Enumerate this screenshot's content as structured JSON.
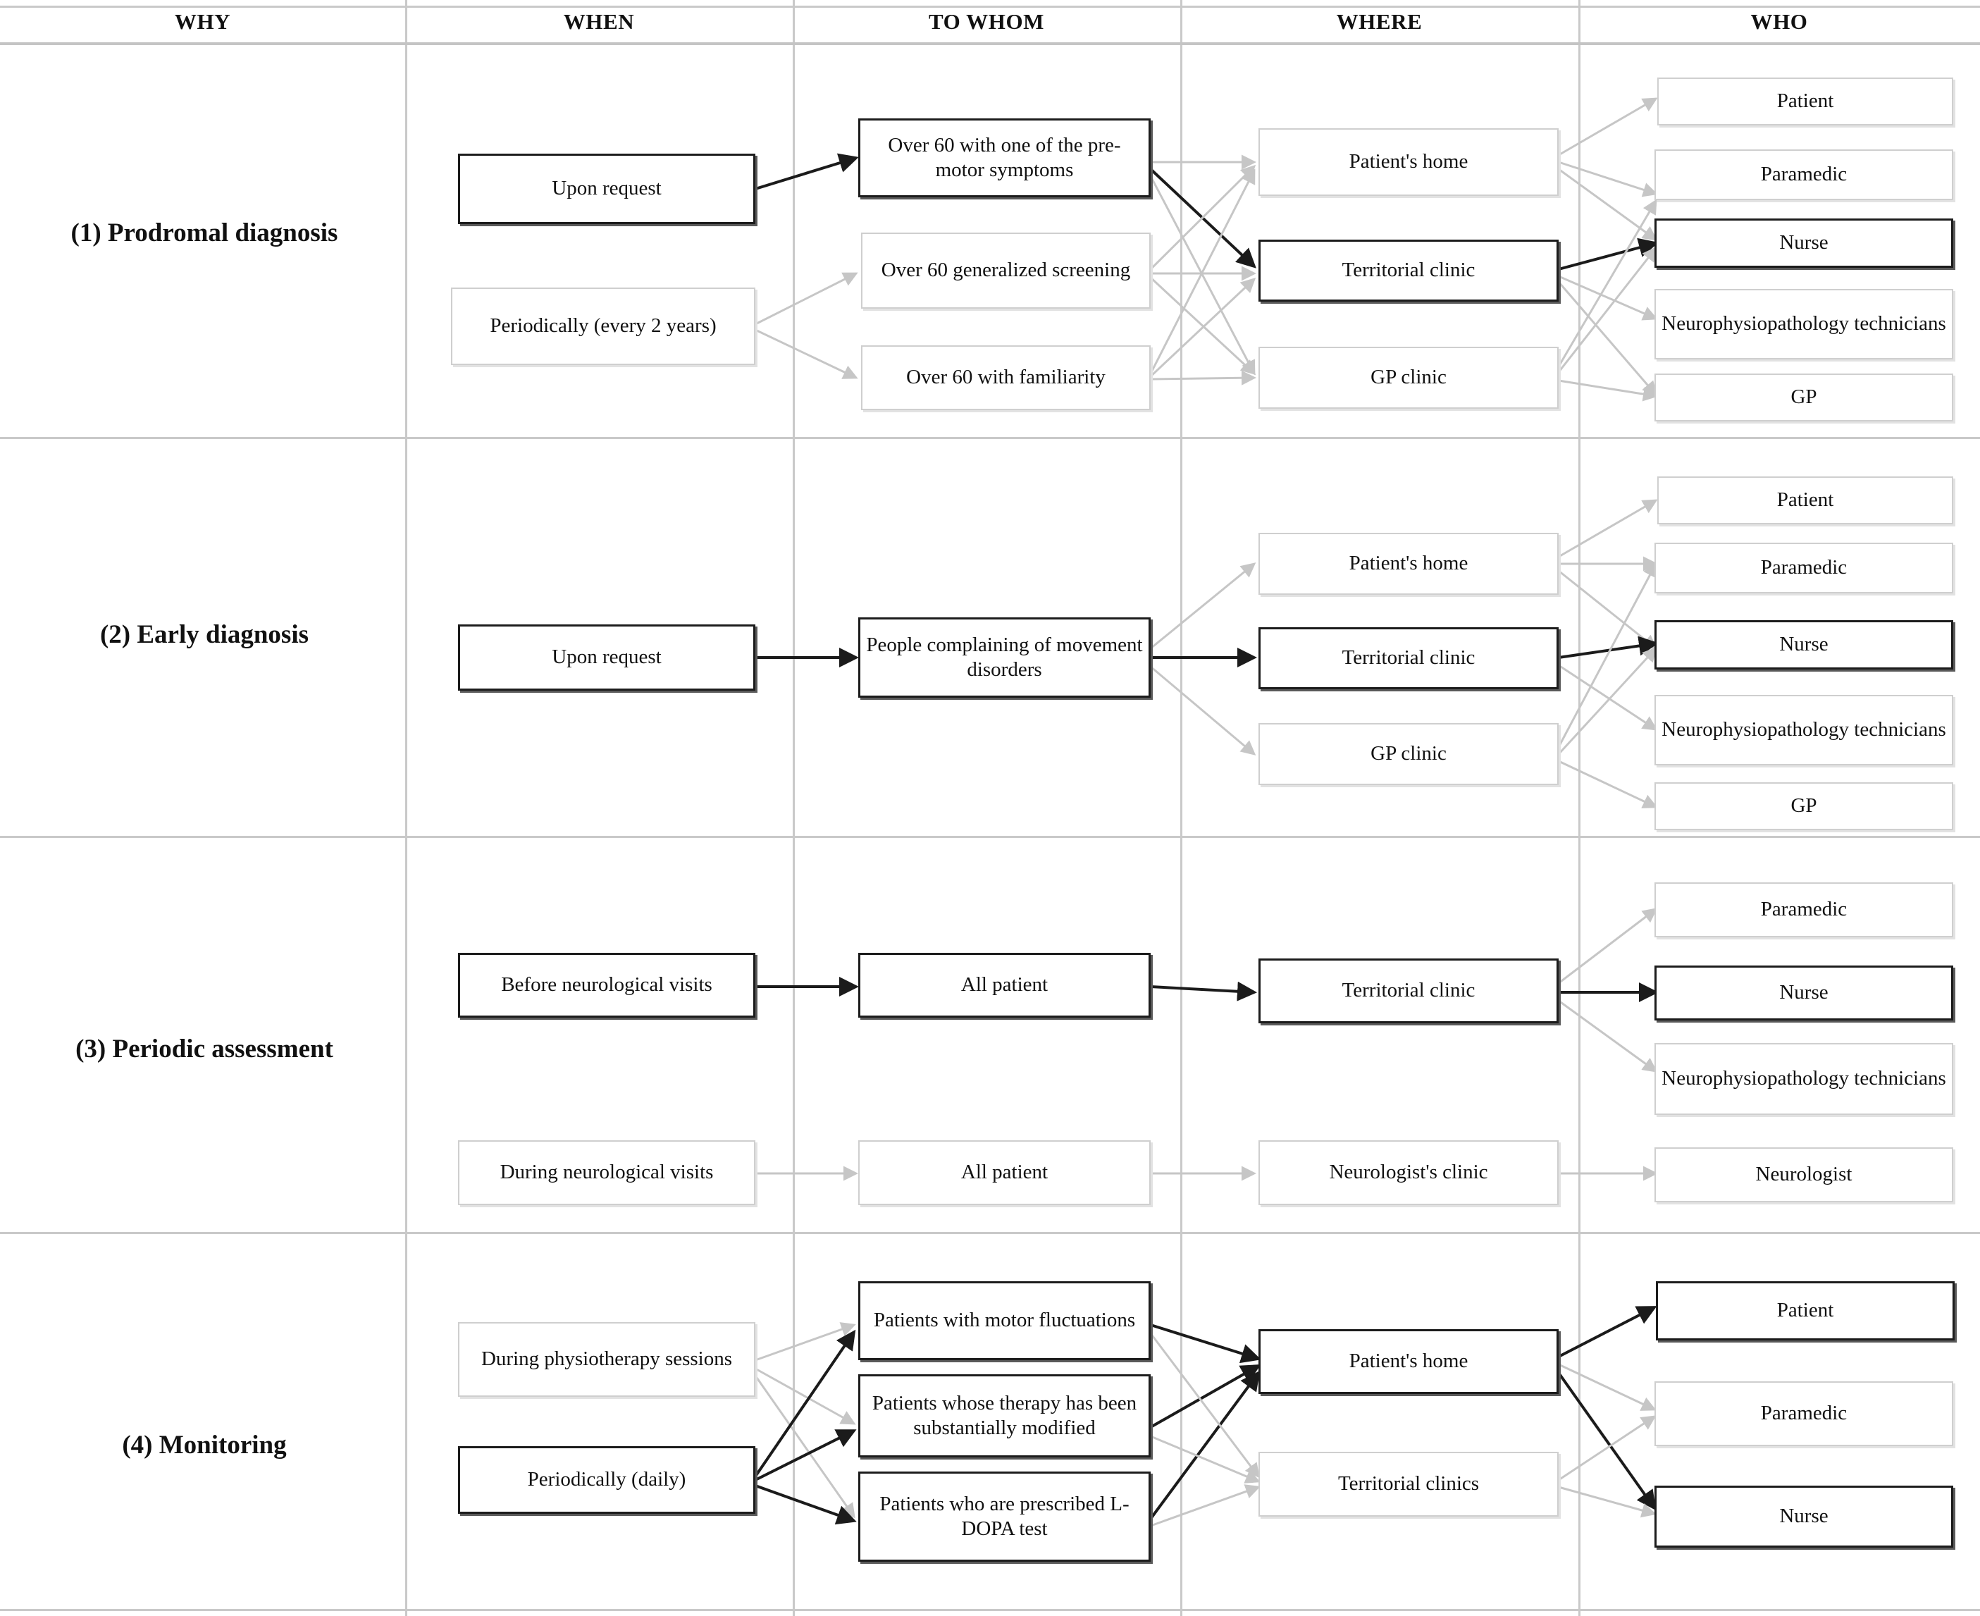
{
  "headers": [
    {
      "key": "why",
      "label": "WHY"
    },
    {
      "key": "when",
      "label": "WHEN"
    },
    {
      "key": "to_whom",
      "label": "TO WHOM"
    },
    {
      "key": "where",
      "label": "WHERE"
    },
    {
      "key": "who",
      "label": "WHO"
    }
  ],
  "rows": [
    {
      "id": "prodromal",
      "why": "(1) Prodromal diagnosis",
      "when": [
        {
          "id": "r1-when-1",
          "label": "Upon request",
          "emphasis": "dark"
        },
        {
          "id": "r1-when-2",
          "label": "Periodically (every 2 years)",
          "emphasis": "light"
        }
      ],
      "to_whom": [
        {
          "id": "r1-tw-1",
          "label": "Over 60 with one of the pre-motor symptoms",
          "emphasis": "dark"
        },
        {
          "id": "r1-tw-2",
          "label": "Over 60 generalized screening",
          "emphasis": "light"
        },
        {
          "id": "r1-tw-3",
          "label": "Over 60 with familiarity",
          "emphasis": "light"
        }
      ],
      "where": [
        {
          "id": "r1-wh-1",
          "label": "Patient's home",
          "emphasis": "light"
        },
        {
          "id": "r1-wh-2",
          "label": "Territorial clinic",
          "emphasis": "dark"
        },
        {
          "id": "r1-wh-3",
          "label": "GP clinic",
          "emphasis": "light"
        }
      ],
      "who": [
        {
          "id": "r1-who-1",
          "label": "Patient",
          "emphasis": "light"
        },
        {
          "id": "r1-who-2",
          "label": "Paramedic",
          "emphasis": "light"
        },
        {
          "id": "r1-who-3",
          "label": "Nurse",
          "emphasis": "dark"
        },
        {
          "id": "r1-who-4",
          "label": "Neurophysiopathology technicians",
          "emphasis": "light"
        },
        {
          "id": "r1-who-5",
          "label": "GP",
          "emphasis": "light"
        }
      ]
    },
    {
      "id": "early",
      "why": "(2) Early diagnosis",
      "when": [
        {
          "id": "r2-when-1",
          "label": "Upon request",
          "emphasis": "dark"
        }
      ],
      "to_whom": [
        {
          "id": "r2-tw-1",
          "label": "People complaining of movement disorders",
          "emphasis": "dark"
        }
      ],
      "where": [
        {
          "id": "r2-wh-1",
          "label": "Patient's home",
          "emphasis": "light"
        },
        {
          "id": "r2-wh-2",
          "label": "Territorial clinic",
          "emphasis": "dark"
        },
        {
          "id": "r2-wh-3",
          "label": "GP clinic",
          "emphasis": "light"
        }
      ],
      "who": [
        {
          "id": "r2-who-1",
          "label": "Patient",
          "emphasis": "light"
        },
        {
          "id": "r2-who-2",
          "label": "Paramedic",
          "emphasis": "light"
        },
        {
          "id": "r2-who-3",
          "label": "Nurse",
          "emphasis": "dark"
        },
        {
          "id": "r2-who-4",
          "label": "Neurophysiopathology technicians",
          "emphasis": "light"
        },
        {
          "id": "r2-who-5",
          "label": "GP",
          "emphasis": "light"
        }
      ]
    },
    {
      "id": "periodic",
      "why": "(3) Periodic assessment",
      "when": [
        {
          "id": "r3-when-1",
          "label": "Before neurological visits",
          "emphasis": "dark"
        },
        {
          "id": "r3-when-2",
          "label": "During neurological visits",
          "emphasis": "light"
        }
      ],
      "to_whom": [
        {
          "id": "r3-tw-1",
          "label": "All patient",
          "emphasis": "dark"
        },
        {
          "id": "r3-tw-2",
          "label": "All patient",
          "emphasis": "light"
        }
      ],
      "where": [
        {
          "id": "r3-wh-1",
          "label": "Territorial clinic",
          "emphasis": "dark"
        },
        {
          "id": "r3-wh-2",
          "label": "Neurologist's clinic",
          "emphasis": "light"
        }
      ],
      "who": [
        {
          "id": "r3-who-1",
          "label": "Paramedic",
          "emphasis": "light"
        },
        {
          "id": "r3-who-2",
          "label": "Nurse",
          "emphasis": "dark"
        },
        {
          "id": "r3-who-3",
          "label": "Neurophysiopathology technicians",
          "emphasis": "light"
        },
        {
          "id": "r3-who-4",
          "label": "Neurologist",
          "emphasis": "light"
        }
      ]
    },
    {
      "id": "monitoring",
      "why": "(4) Monitoring",
      "when": [
        {
          "id": "r4-when-1",
          "label": "During physiotherapy sessions",
          "emphasis": "light"
        },
        {
          "id": "r4-when-2",
          "label": "Periodically (daily)",
          "emphasis": "dark"
        }
      ],
      "to_whom": [
        {
          "id": "r4-tw-1",
          "label": "Patients with motor fluctuations",
          "emphasis": "dark"
        },
        {
          "id": "r4-tw-2",
          "label": "Patients whose therapy has been substantially modified",
          "emphasis": "dark"
        },
        {
          "id": "r4-tw-3",
          "label": "Patients who are prescribed L-DOPA test",
          "emphasis": "dark"
        }
      ],
      "where": [
        {
          "id": "r4-wh-1",
          "label": "Patient's home",
          "emphasis": "dark"
        },
        {
          "id": "r4-wh-2",
          "label": "Territorial clinics",
          "emphasis": "light"
        }
      ],
      "who": [
        {
          "id": "r4-who-1",
          "label": "Patient",
          "emphasis": "dark"
        },
        {
          "id": "r4-who-2",
          "label": "Paramedic",
          "emphasis": "light"
        },
        {
          "id": "r4-who-3",
          "label": "Nurse",
          "emphasis": "dark"
        }
      ]
    }
  ],
  "colors": {
    "grid_line": "#c9c9c9",
    "dark_edge": "#1b1b1b",
    "light_edge": "#c6c6c6",
    "dark_box_border": "#1c1c1c",
    "light_box_border": "#cfcfcf",
    "text": "#111111",
    "background": "#ffffff"
  }
}
